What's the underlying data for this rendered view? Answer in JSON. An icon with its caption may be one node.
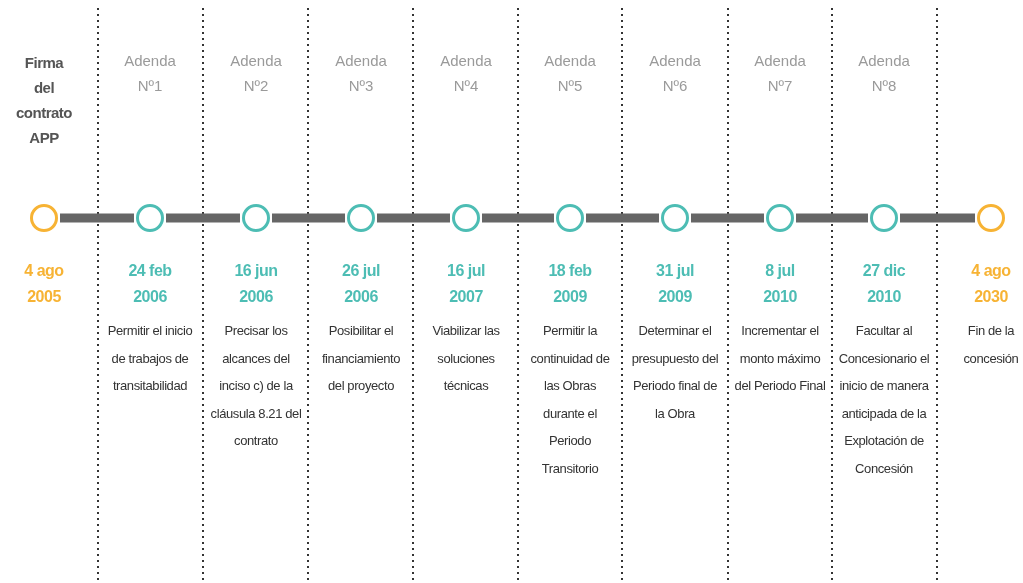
{
  "diagram": {
    "nodes": [
      {
        "text": [],
        "shape": "circle",
        "beside": [
          "4 ago 2005"
        ]
      },
      {
        "text": [],
        "shape": "circle",
        "beside": [
          "24 feb 2006",
          "Permitir el inicio de trabajos de transitabilidad"
        ]
      },
      {
        "text": [],
        "shape": "circle",
        "beside": [
          "16 jun 2006",
          "Precisar los alcances del inciso c) de la cláusula 8.21 del contrato"
        ]
      },
      {
        "text": [],
        "shape": "circle",
        "beside": [
          "26 jul 2006",
          "Posibilitar el financiamiento del proyecto"
        ]
      },
      {
        "text": [],
        "shape": "circle",
        "beside": [
          "16 jul 2007",
          "Viabilizar las soluciones técnicas"
        ]
      },
      {
        "text": [],
        "shape": "circle",
        "beside": [
          "18 feb 2009",
          "Permitir la continuidad de las Obras durante el Periodo Transitorio"
        ]
      },
      {
        "text": [],
        "shape": "circle",
        "beside": [
          "31 jul 2009",
          "Determinar el presupuesto del Periodo final de la Obra"
        ]
      },
      {
        "text": [],
        "shape": "circle",
        "beside": [
          "8 jul 2010",
          "Incrementar el monto máximo del Periodo Final"
        ]
      },
      {
        "text": [],
        "shape": "circle",
        "beside": [
          "27 dic 2010",
          "Facultar al Concesionario el inicio de manera anticipada de la Explotación de Concesión"
        ]
      },
      {
        "text": [],
        "shape": "circle",
        "beside": [
          "4 ago 2030",
          "Fin de la concesión"
        ]
      }
    ],
    "edges": [
      {
        "from": 0,
        "to": 1,
        "arrow": "none"
      },
      {
        "from": 1,
        "to": 2,
        "arrow": "none"
      },
      {
        "from": 2,
        "to": 3,
        "arrow": "none"
      },
      {
        "from": 3,
        "to": 4,
        "arrow": "none"
      },
      {
        "from": 4,
        "to": 5,
        "arrow": "none"
      },
      {
        "from": 5,
        "to": 6,
        "arrow": "none"
      },
      {
        "from": 6,
        "to": 7,
        "arrow": "none"
      },
      {
        "from": 7,
        "to": 8,
        "arrow": "none"
      },
      {
        "from": 8,
        "to": 9,
        "arrow": "none"
      }
    ],
    "labels": [
      "Firma del contrato APP",
      "Adenda Nº1",
      "Adenda Nº2",
      "Adenda Nº3",
      "Adenda Nº4",
      "Adenda Nº5",
      "Adenda Nº6",
      "Adenda Nº7",
      "Adenda Nº8"
    ]
  }
}
